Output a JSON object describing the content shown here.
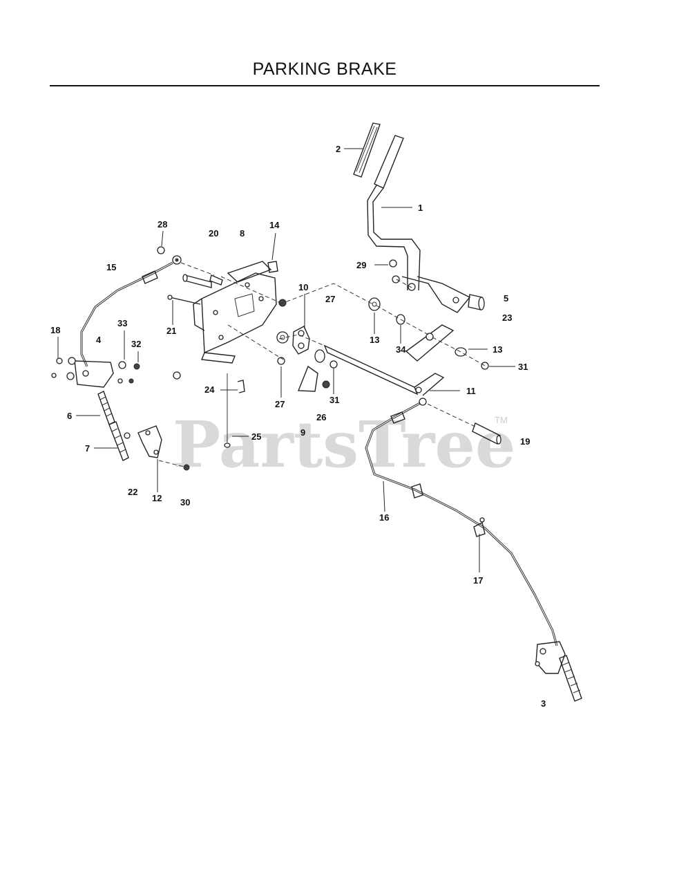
{
  "title": "PARKING BRAKE",
  "watermark": {
    "text": "PartsTree",
    "mark": "TM"
  },
  "callouts": [
    "1",
    "2",
    "3",
    "4",
    "5",
    "6",
    "7",
    "8",
    "9",
    "10",
    "11",
    "12",
    "13",
    "13",
    "14",
    "15",
    "16",
    "17",
    "18",
    "19",
    "20",
    "21",
    "22",
    "23",
    "24",
    "25",
    "26",
    "27",
    "27",
    "28",
    "29",
    "30",
    "31",
    "31",
    "32",
    "33",
    "34"
  ]
}
